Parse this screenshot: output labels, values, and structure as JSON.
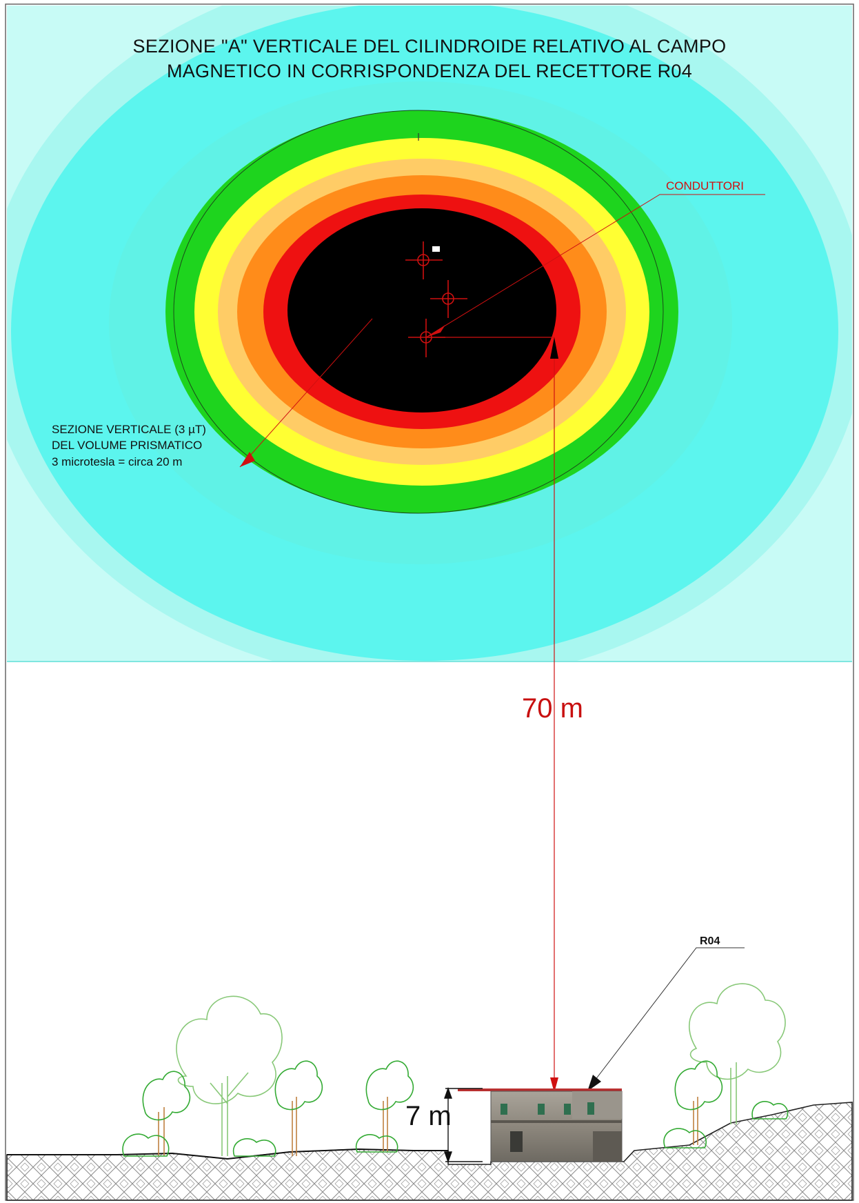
{
  "title": {
    "line1": "SEZIONE \"A\"  VERTICALE DEL CILINDROIDE RELATIVO AL CAMPO",
    "line2": "MAGNETICO IN CORRISPONDENZA DEL RECETTORE R04"
  },
  "labels": {
    "conductors": "CONDUTTORI",
    "section_line1": "SEZIONE VERTICALE (3 µT)",
    "section_line2": "DEL VOLUME PRISMATICO",
    "section_line3": "3 microtesla = circa 20 m",
    "receptor": "R04"
  },
  "dimensions": {
    "distance": "70 m",
    "building_height": "7 m"
  },
  "colors": {
    "field_outer": "#c8fbf6",
    "field_cyan_light": "#a8f7f0",
    "field_cyan": "#5cf5ee",
    "field_green": "#1ed41e",
    "field_yellow": "#ffff33",
    "field_light_orange": "#ffcc66",
    "field_orange": "#ff8c1a",
    "field_red": "#ee1111",
    "field_core": "#000000",
    "annotation_red": "#d01010",
    "ground_hatch": "#888888"
  }
}
